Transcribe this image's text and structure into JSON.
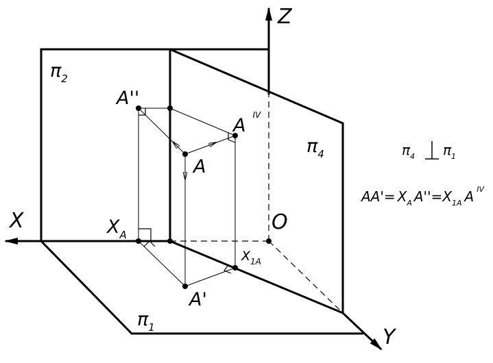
{
  "labels": {
    "axis_x": "X",
    "axis_z": "Z",
    "axis_y": "Y",
    "origin": "O",
    "pi2": {
      "base": "π",
      "sub": "2"
    },
    "pi4": {
      "base": "π",
      "sub": "4"
    },
    "pi1": {
      "base": "π",
      "sub": "1"
    },
    "point_A": "A",
    "point_A2": "A''",
    "point_A1": "A'",
    "point_A4": {
      "base": "A",
      "sup": "IV"
    },
    "point_XA": {
      "base": "X",
      "sub": "A"
    },
    "point_X1A": {
      "base": "X",
      "sub": "1A"
    }
  },
  "formulas": {
    "perp": {
      "a": "π",
      "a_sub": "4",
      "rel": "⊥",
      "b": "π",
      "b_sub": "1"
    },
    "equality": {
      "lhs": "AA'=",
      "x1": "X",
      "x1_sub": "A",
      "mid": "A''=",
      "x2": "X",
      "x2_sub": "1A",
      "end": "A",
      "end_sup": "IV"
    }
  }
}
